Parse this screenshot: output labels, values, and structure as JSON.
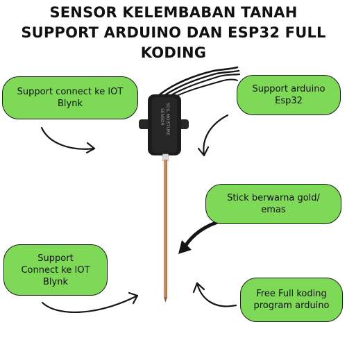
{
  "title": {
    "line1": "SENSOR KELEMBABAN TANAH",
    "line2": "SUPPORT ARDUINO DAN ESP32 FULL",
    "line3": "KODING"
  },
  "callouts": {
    "top_left": {
      "line1": "Support connect ke IOT",
      "line2": "Blynk"
    },
    "top_right": {
      "line1": "Support arduino",
      "line2": "Esp32"
    },
    "middle_right": {
      "line1": "Stick berwarna gold/",
      "line2": "emas"
    },
    "bottom_left": {
      "line1": "Support",
      "line2": "Connect ke IOT",
      "line3": "Blynk"
    },
    "bottom_right": {
      "line1": "Free Full koding",
      "line2": "program arduino"
    }
  },
  "sensor_label": {
    "line1": "SENSOR",
    "line2": "SOIL MOISTURE"
  },
  "colors": {
    "bubble": "#7ed957",
    "module": "#1c1c1c",
    "probe": "#b07a55"
  }
}
